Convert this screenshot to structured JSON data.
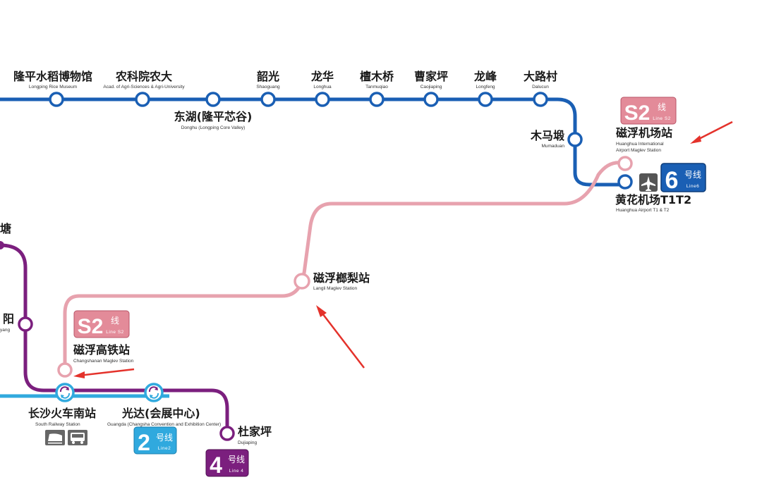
{
  "colors": {
    "line6": "#1a5fb4",
    "lineS2": "#e7a2ae",
    "line4": "#7b1f7e",
    "line2": "#30a9de",
    "arrow": "#e4322b",
    "s2_badge": "#e38b99",
    "l6_badge": "#1a5fb4",
    "l4_badge": "#7b1f7e",
    "l2_badge": "#30a9de"
  },
  "line6_stations": [
    {
      "cn": "隆平水稻博物馆",
      "en": "Longping Rice Museum"
    },
    {
      "cn": "农科院农大",
      "en": "Acad. of Agri-Sciences & Agri-University"
    },
    {
      "cn": "东湖(隆平芯谷)",
      "en": "Donghu (Longping Core Valley)"
    },
    {
      "cn": "韶光",
      "en": "Shaoguang"
    },
    {
      "cn": "龙华",
      "en": "Longhua"
    },
    {
      "cn": "檀木桥",
      "en": "Tanmuqiao"
    },
    {
      "cn": "曹家坪",
      "en": "Caojiaping"
    },
    {
      "cn": "龙峰",
      "en": "Longfeng"
    },
    {
      "cn": "大路村",
      "en": "Dalucun"
    },
    {
      "cn": "木马塅",
      "en": "Mumaduan"
    },
    {
      "cn": "黄花机场T1T2",
      "en": "Huanghua Airport T1 & T2"
    }
  ],
  "s2_stations": [
    {
      "cn": "磁浮机场站",
      "en1": "Huanghua International",
      "en2": "Airport Maglev Station"
    },
    {
      "cn": "磁浮榔梨站",
      "en": "Langli Maglev Station"
    },
    {
      "cn": "磁浮高铁站",
      "en": "Changshanan Maglev Station"
    }
  ],
  "line4_stations": [
    {
      "cn": "塘",
      "en": ""
    },
    {
      "cn": "阳",
      "en": "yang"
    },
    {
      "cn": "杜家坪",
      "en": "Dujiaping"
    }
  ],
  "line2_stations": [
    {
      "cn": "长沙火车南站",
      "en": "South Railway Station"
    },
    {
      "cn": "光达(会展中心)",
      "en": "Guangda (Changsha Convention and Exhibition Center)"
    }
  ],
  "badges": {
    "s2_num": "S2",
    "s2_cn": "线",
    "s2_en": "Line S2",
    "l6_num": "6",
    "l6_cn": "号线",
    "l6_en": "Line6",
    "l4_num": "4",
    "l4_cn": "号线",
    "l4_en": "Line 4",
    "l2_num": "2",
    "l2_cn": "号线",
    "l2_en": "Line2"
  },
  "icons": [
    "airport-icon",
    "high-speed-train-icon",
    "bus-icon",
    "interchange-icon"
  ]
}
